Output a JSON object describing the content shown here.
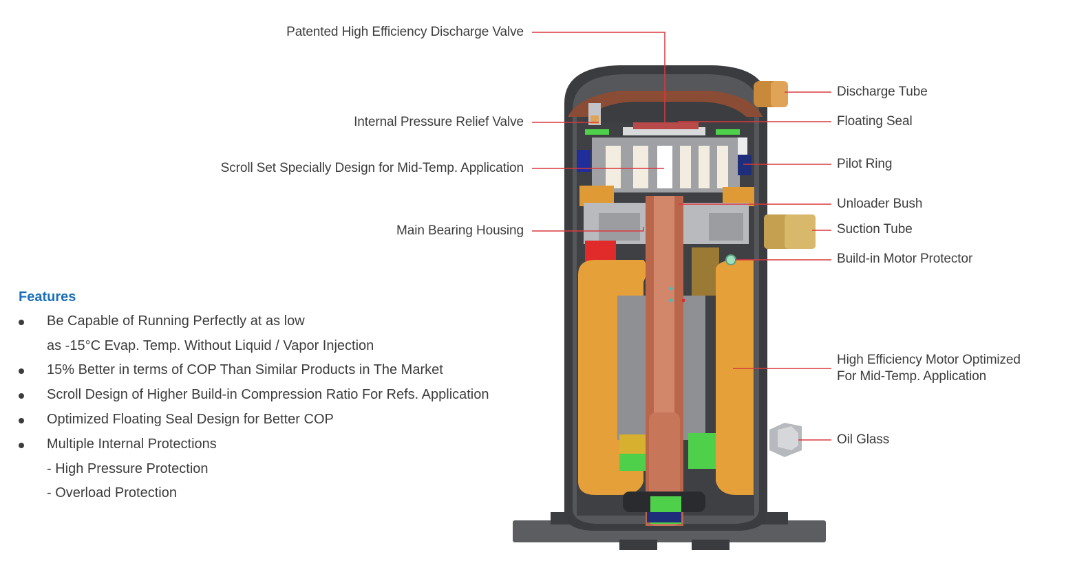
{
  "labels_left": {
    "discharge_valve": "Patented High Efficiency Discharge Valve",
    "relief_valve": "Internal Pressure Relief Valve",
    "scroll_set": "Scroll Set Specially Design for Mid-Temp. Application",
    "bearing_housing": "Main Bearing Housing"
  },
  "labels_right": {
    "discharge_tube": "Discharge Tube",
    "floating_seal": "Floating Seal",
    "pilot_ring": "Pilot Ring",
    "unloader_bush": "Unloader Bush",
    "suction_tube": "Suction Tube",
    "motor_protector": "Build-in Motor Protector",
    "motor_line1": "High Efficiency Motor Optimized",
    "motor_line2": "For Mid-Temp. Application",
    "oil_glass": "Oil Glass"
  },
  "features": {
    "title": "Features",
    "items": [
      "Be Capable of Running Perfectly at as low",
      "as -15°C Evap. Temp. Without Liquid / Vapor Injection",
      "15% Better in terms of COP Than Similar Products in The Market",
      "Scroll Design of Higher Build-in Compression Ratio For Refs. Application",
      "Optimized Floating Seal Design for Better COP",
      "Multiple Internal Protections",
      "- High Pressure Protection",
      "- Overload Protection"
    ]
  },
  "colors": {
    "leader_line": "#d9383f",
    "title_blue": "#1a6fb8",
    "shell_dark": "#4a4b4d",
    "motor_orange": "#e9a23a",
    "shaft_copper": "#b86a4a",
    "green": "#4fd04a",
    "navy": "#1f2e7a"
  }
}
